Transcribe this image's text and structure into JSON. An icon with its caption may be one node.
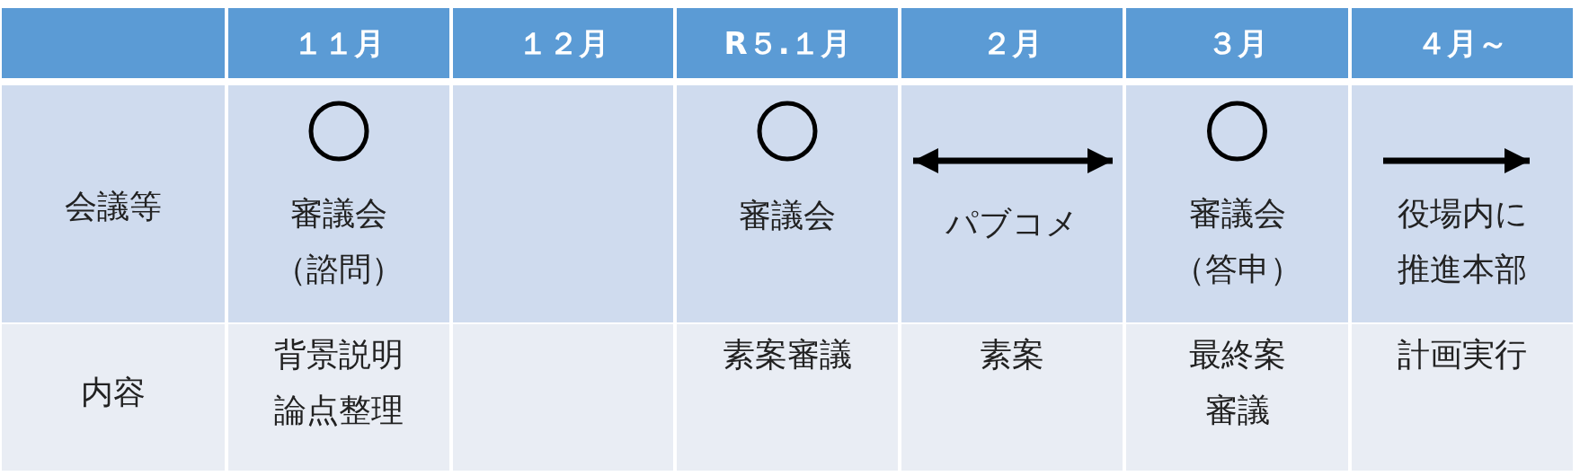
{
  "diagram": {
    "labels": [
      "１１月",
      "１２月",
      "R５.１月",
      "２月",
      "３月",
      "４月～",
      "会議等",
      "審議会（諮問）",
      "審議会",
      "パブコメ",
      "審議会（答申）",
      "役場内に推進本部",
      "内容",
      "背景説明論点整理",
      "素案審議",
      "素案",
      "最終案審議",
      "計画実行"
    ]
  }
}
